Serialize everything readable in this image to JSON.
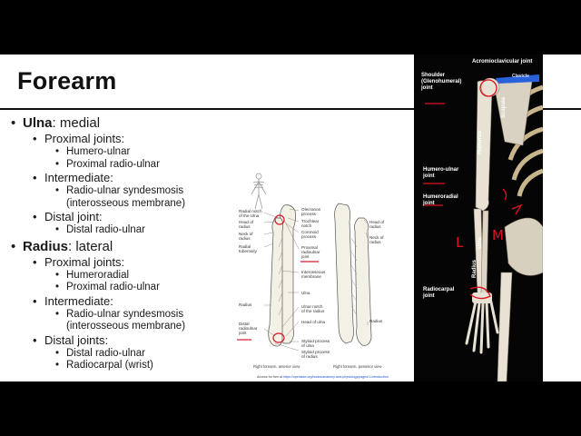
{
  "slide": {
    "title": "Forearm",
    "ulna": {
      "name": "Ulna",
      "position": ": medial",
      "proximal_heading": "Proximal joints:",
      "proximal": [
        "Humero-ulnar",
        "Proximal radio-ulnar"
      ],
      "intermediate_heading": "Intermediate:",
      "intermediate_line1": "Radio-ulnar syndesmosis",
      "intermediate_line2": "(interosseous membrane)",
      "distal_heading": "Distal joint:",
      "distal": [
        "Distal radio-ulnar"
      ]
    },
    "radius": {
      "name": "Radius",
      "position": ": lateral",
      "proximal_heading": "Proximal joints:",
      "proximal": [
        "Humeroradial",
        "Proximal radio-ulnar"
      ],
      "intermediate_heading": "Intermediate:",
      "intermediate_line1": "Radio-ulnar syndesmosis",
      "intermediate_line2": "(interosseous membrane)",
      "distal_heading": "Distal joints:",
      "distal": [
        "Distal radio-ulnar",
        "Radiocarpal (wrist)"
      ]
    }
  },
  "figure": {
    "left_labels": [
      "Radial notch",
      "of the Ulna",
      "Head of",
      "radius",
      "Neck of",
      "radius",
      "Radial",
      "tuberosity",
      "Radius",
      "Distal",
      "radioulnar",
      "joint"
    ],
    "mid_labels": [
      "Olecranon",
      "process",
      "Trochlear",
      "notch",
      "Coronoid",
      "process",
      "Proximal",
      "radioulnar",
      "joint",
      "Interosseous",
      "membrane",
      "Ulna",
      "Ulnar notch",
      "of the radius",
      "Head of ulna",
      "Styloid process",
      "of ulna",
      "Styloid process",
      "of radius"
    ],
    "right_labels": [
      "Head of",
      "radius",
      "Neck of",
      "radius",
      "Radius"
    ],
    "captions": [
      "Right forearm, anterior view",
      "Right forearm, posterior view"
    ],
    "source_prefix": "Access for free at",
    "source_link": "https://openstax.org/books/anatomy-and-physiology/pages/1-introduction"
  },
  "skeleton": {
    "labels": {
      "acromioclavicular": "Acromioclavicular joint",
      "shoulder1": "Shoulder",
      "shoulder2": "(Glenohumeral)",
      "shoulder3": "joint",
      "clavicle": "Clavicle",
      "scapula": "Scapula",
      "humerus": "Humerus",
      "humero_ulnar1": "Humero-ulnar",
      "humero_ulnar2": "joint",
      "humeroradial1": "Humeroradial",
      "humeroradial2": "joint",
      "ulna": "Ulna",
      "radius": "Radius",
      "radiocarpal1": "Radiocarpal",
      "radiocarpal2": "joint"
    },
    "annotations": {
      "lateral_mark": "L",
      "medial_mark": "M"
    },
    "colors": {
      "highlight": "#2f72ff",
      "annotation": "#e01020"
    }
  }
}
